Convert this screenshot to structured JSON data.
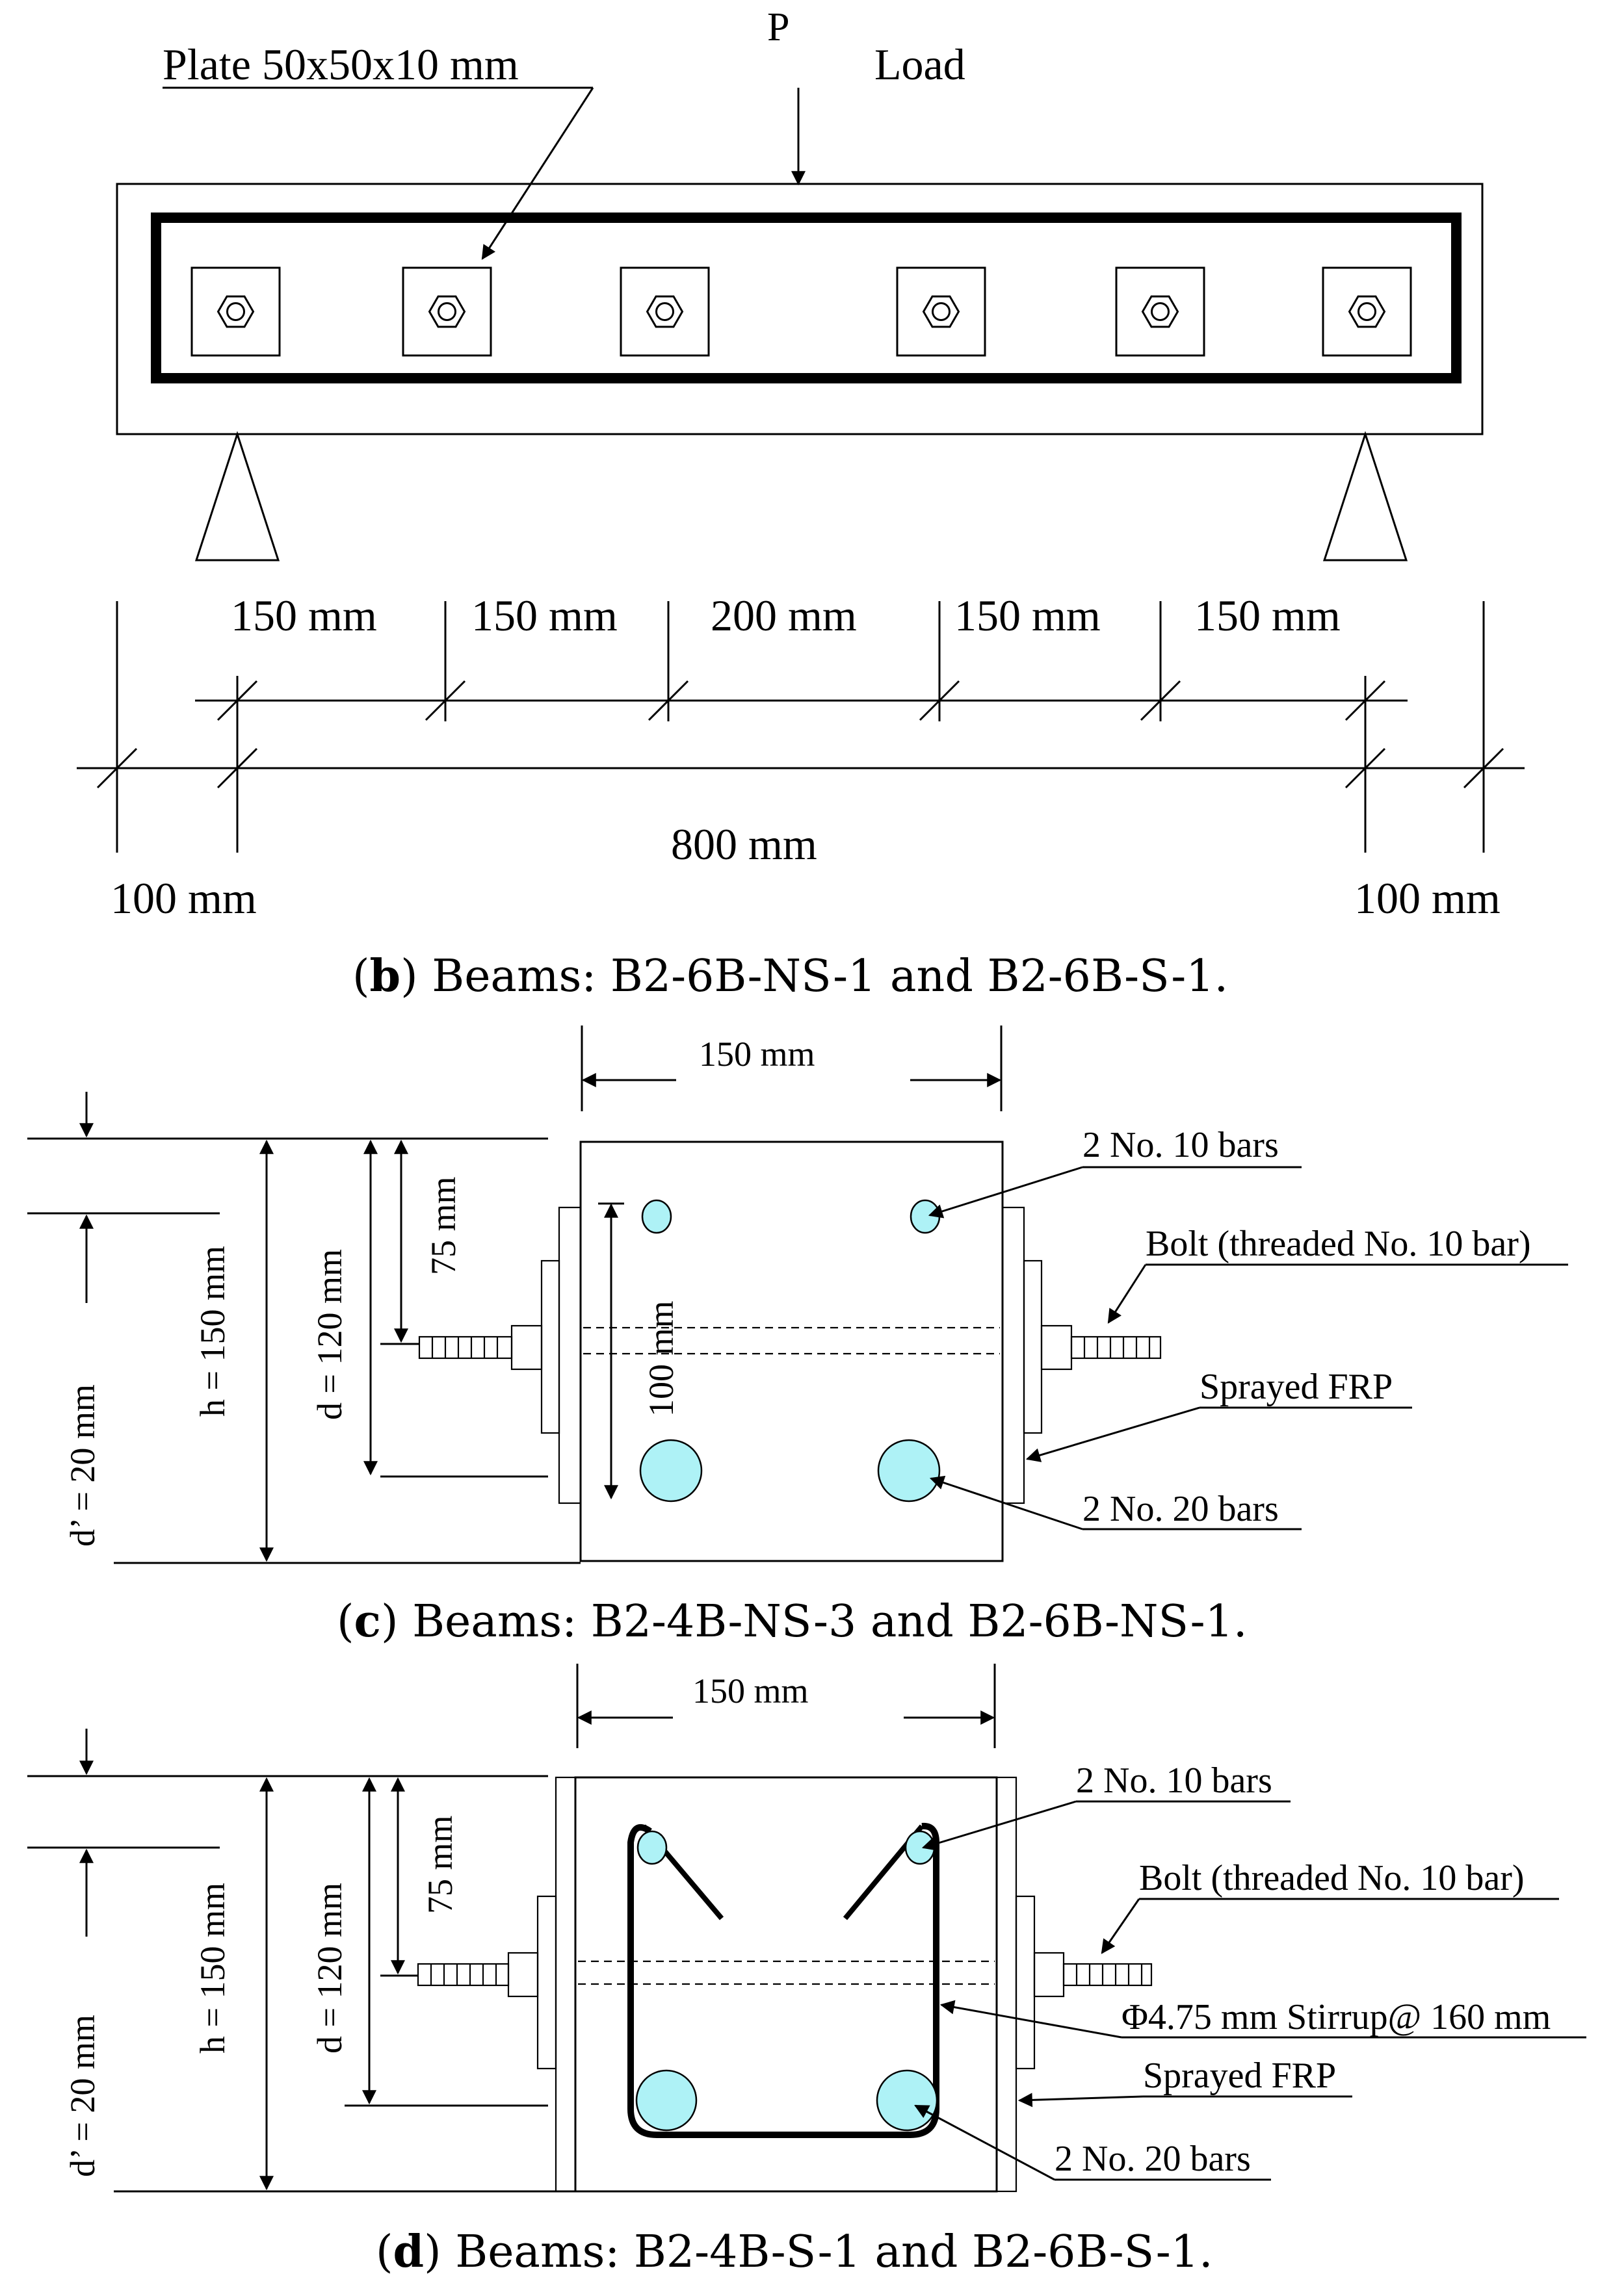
{
  "panel_b": {
    "plate_label": "Plate 50x50x10 mm",
    "load_symbol": "P",
    "load_label": "Load",
    "spacing_labels": [
      "150 mm",
      "150 mm",
      "200 mm",
      "150 mm",
      "150 mm"
    ],
    "span_label": "800 mm",
    "overhang_left": "100 mm",
    "overhang_right": "100 mm",
    "caption_letter": "b",
    "caption_text": ") Beams: B2-6B-NS-1 and B2-6B-S-1."
  },
  "panel_c": {
    "width_label": "150 mm",
    "top_bars": "2 No. 10 bars",
    "bolt_label": "Bolt (threaded No. 10 bar)",
    "frp_label": "Sprayed FRP",
    "bottom_bars": "2 No. 20 bars",
    "h_label": "h = 150 mm",
    "d_label": "d = 120 mm",
    "dprime_label": "d’ = 20 mm",
    "dim_75": "75 mm",
    "dim_100": "100 mm",
    "caption_letter": "c",
    "caption_text": ") Beams: B2-4B-NS-3 and B2-6B-NS-1."
  },
  "panel_d": {
    "width_label": "150 mm",
    "top_bars": "2 No. 10 bars",
    "bolt_label": "Bolt (threaded No. 10 bar)",
    "stirrup_label": "Φ4.75 mm Stirrup@ 160 mm",
    "frp_label": "Sprayed FRP",
    "bottom_bars": "2 No. 20 bars",
    "h_label": "h = 150 mm",
    "d_label": "d = 120 mm",
    "dprime_label": "d’ = 20 mm",
    "dim_75": "75 mm",
    "caption_letter": "d",
    "caption_text": ") Beams: B2-4B-S-1 and B2-6B-S-1."
  },
  "colors": {
    "bar_fill": "#aef2f6",
    "line": "#000000"
  }
}
